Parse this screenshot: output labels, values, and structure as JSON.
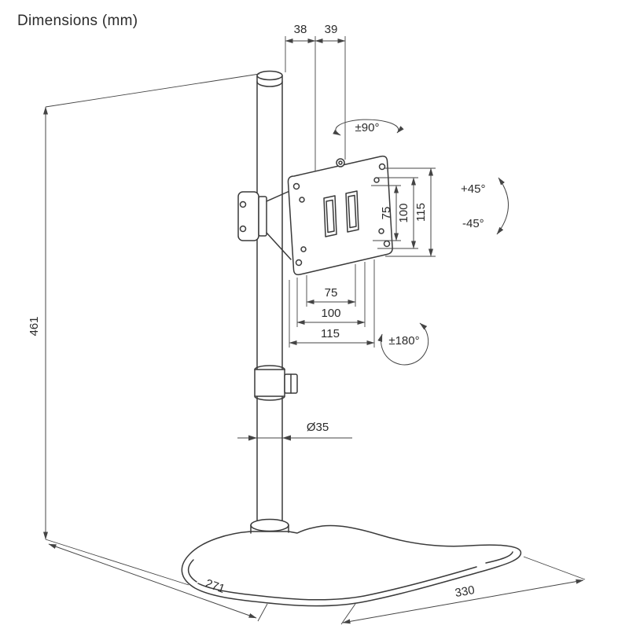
{
  "title": "Dimensions (mm)",
  "ink_color": "#3a3a3a",
  "dims": {
    "top_left": "38",
    "top_right": "39",
    "pole_height": "461",
    "vesa_right": [
      "75",
      "100",
      "115"
    ],
    "vesa_bottom": [
      "75",
      "100",
      "115"
    ],
    "pole_diameter": "Ø35",
    "base_depth": "271",
    "base_width": "330"
  },
  "rotation_labels": {
    "swivel": "±90°",
    "tilt_up": "+45°",
    "tilt_down": "-45°",
    "rotate": "±180°"
  }
}
